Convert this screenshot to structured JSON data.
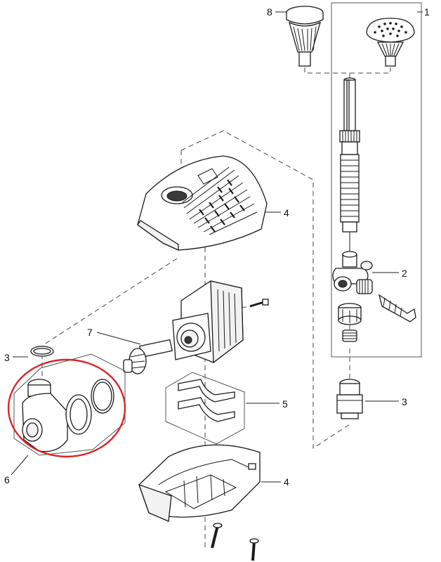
{
  "callouts": {
    "c1": "1",
    "c2": "2",
    "c3_left": "3",
    "c3_right": "3",
    "c4_top": "4",
    "c4_bottom": "4",
    "c5": "5",
    "c6": "6",
    "c7": "7",
    "c8": "8"
  },
  "highlight": {
    "color": "#d9252b",
    "target": "pump-housing-group"
  },
  "line_color": "#1a1a1a"
}
